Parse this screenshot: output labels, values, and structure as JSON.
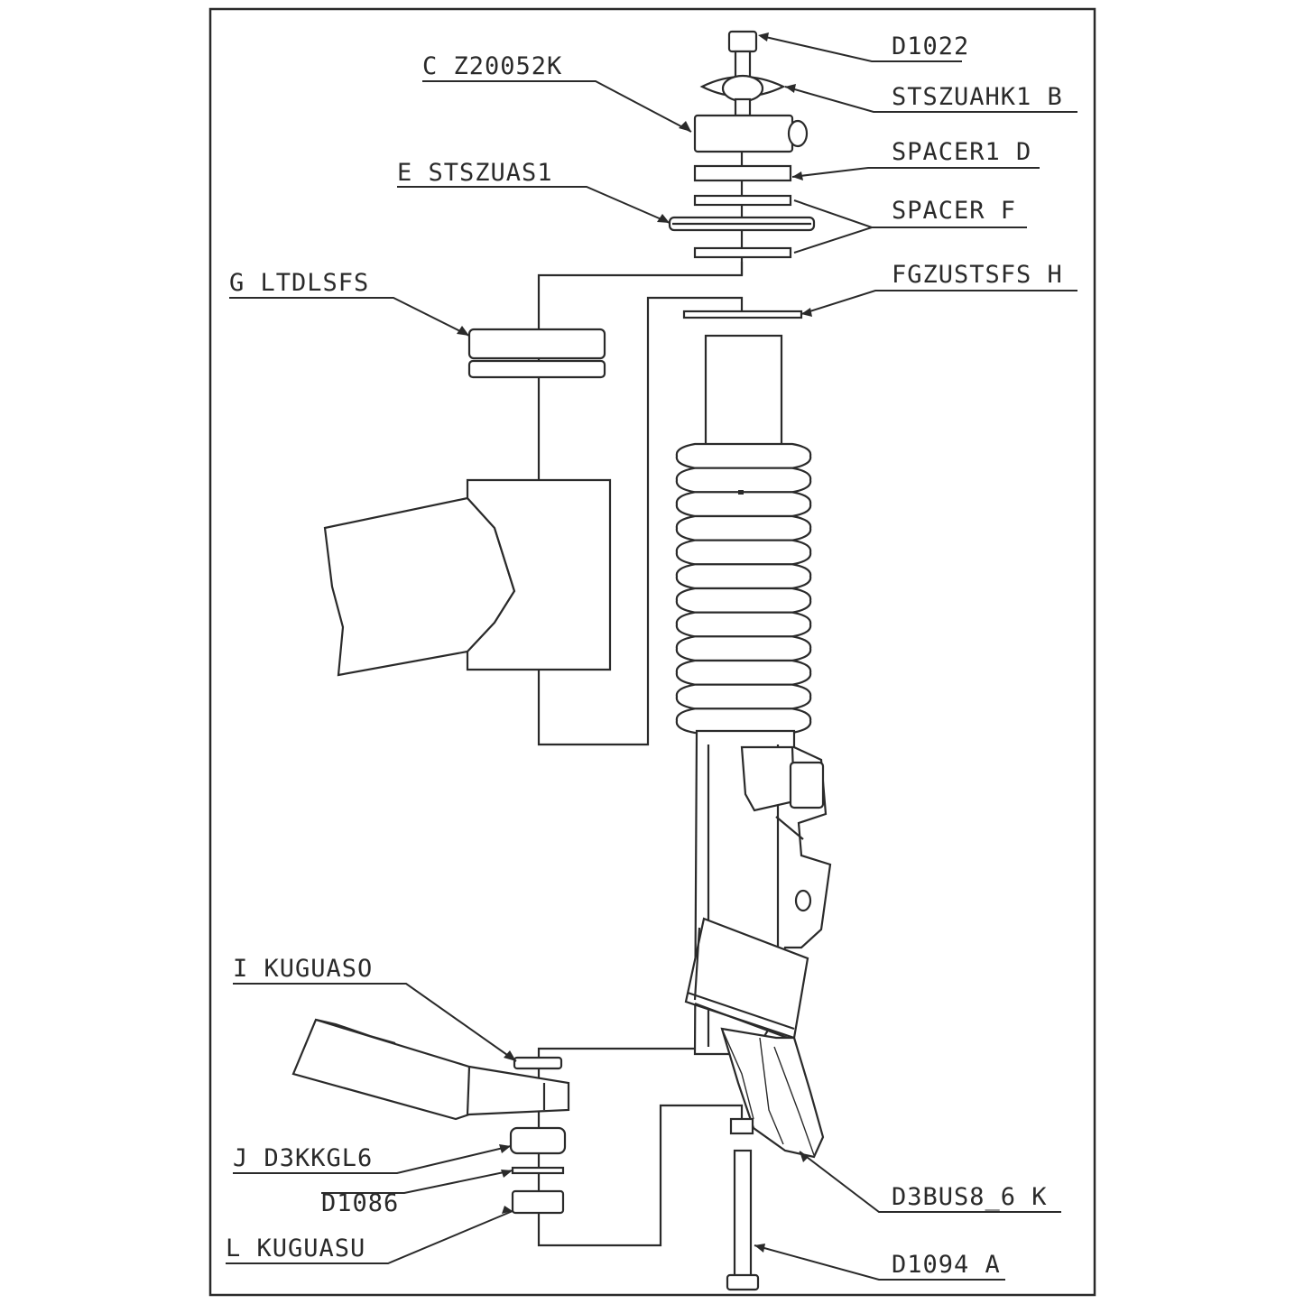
{
  "labels": {
    "D1022": "D1022",
    "Z20052K": "C   Z20052K",
    "STSZUAHK1": "STSZUAHK1  B",
    "SPACER1": "SPACER1  D",
    "STSZUAS1": "E   STSZUAS1",
    "SPACER": "SPACER   F",
    "LTDLSFS": "G   LTDLSFS",
    "FGZUSTSFS": "FGZUSTSFS  H",
    "KUGUASO": "I   KUGUASO",
    "D3KKGL6": "J   D3KKGL6",
    "D1086": "D1086",
    "KUGUASU": "L   KUGUASU",
    "D3BUS8": "D3BUS8_6  K",
    "D1094": "D1094   A"
  },
  "colors": {
    "line": "#2a2a2a",
    "background": "#ffffff"
  }
}
